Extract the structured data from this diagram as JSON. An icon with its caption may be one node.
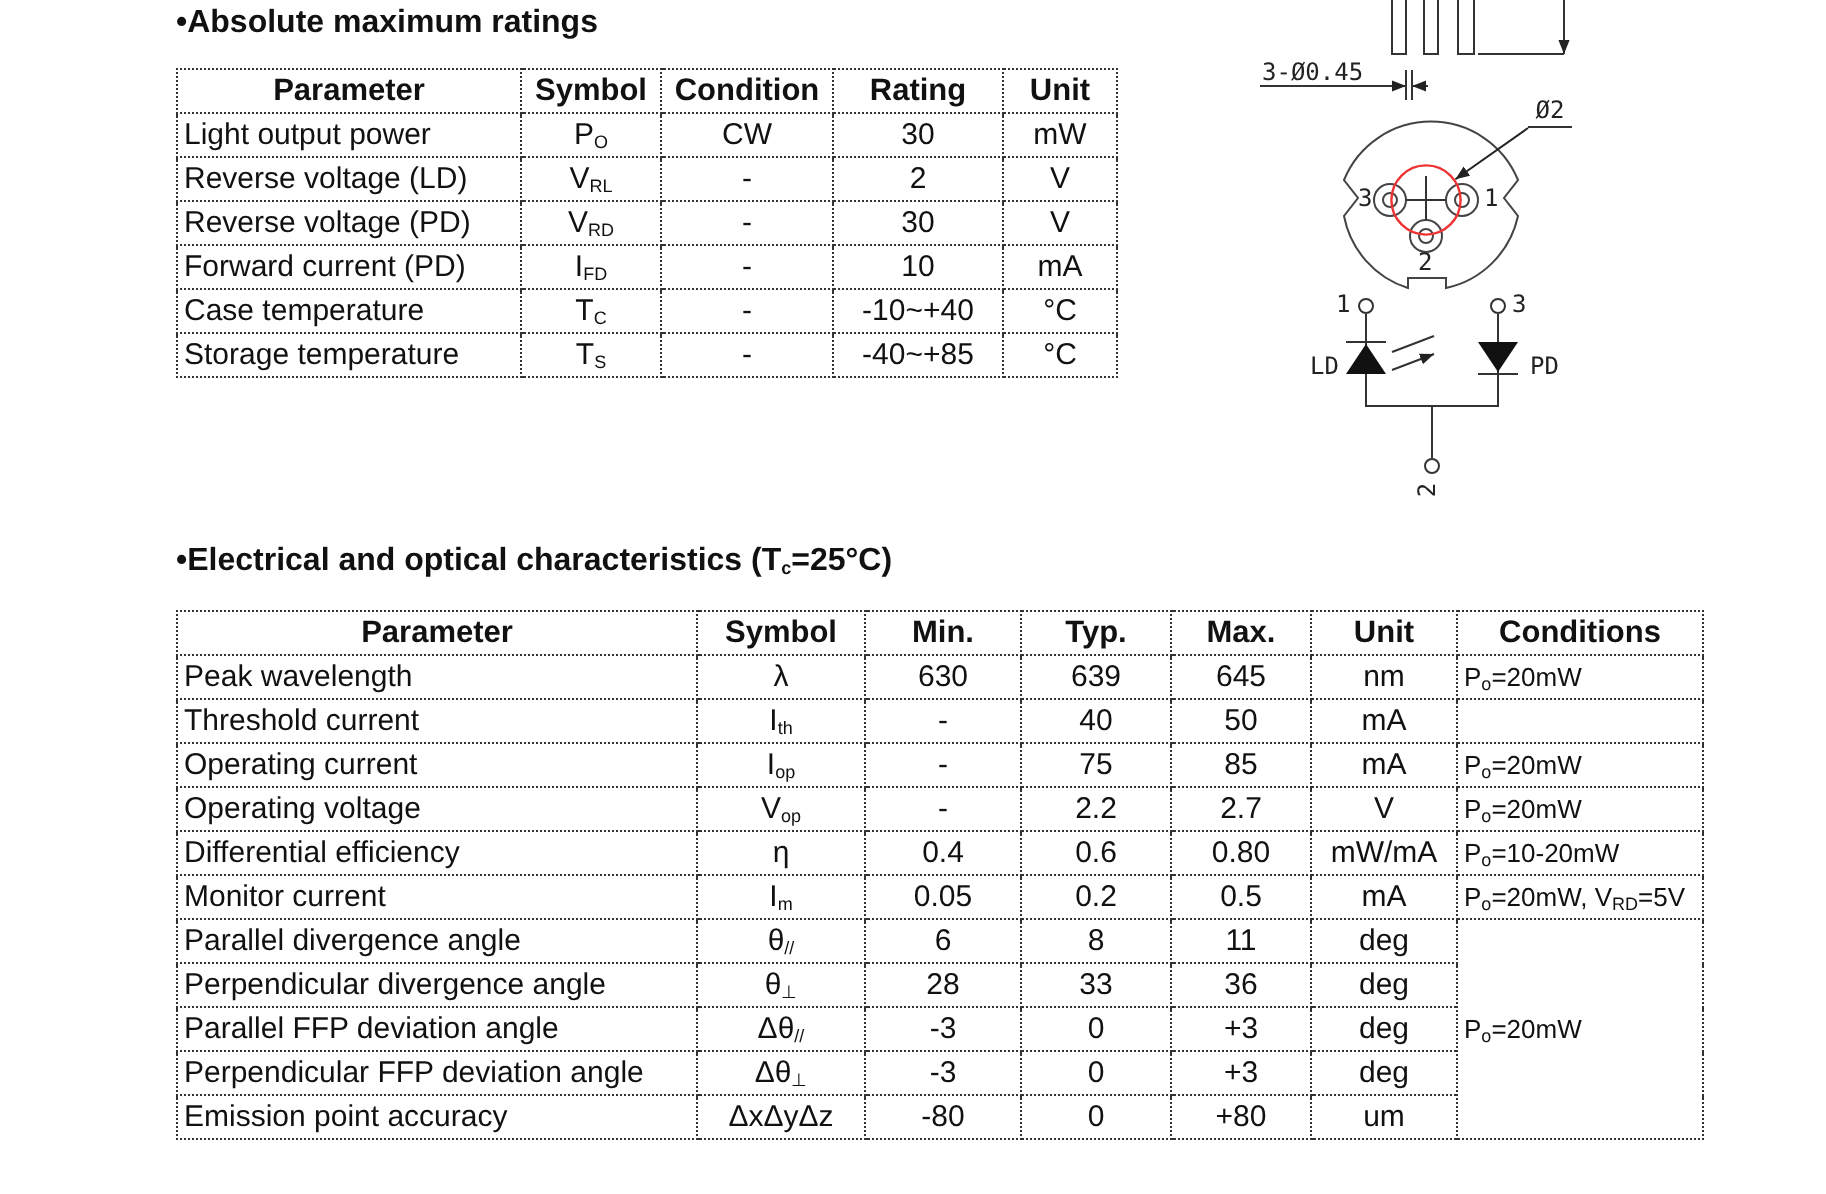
{
  "diagram": {
    "nodes": [
      {
        "text": [
          "Ø2"
        ]
      },
      {
        "text": [],
        "shape": "circle"
      }
    ],
    "edges": [
      {
        "from": 0,
        "to": 1,
        "arrow": "to"
      }
    ],
    "labels": [
      "•Absolute maximum ratings",
      "Parameter",
      "Symbol",
      "Condition",
      "Rating",
      "Unit",
      "Light output power",
      "P$_{O}$",
      "CW",
      "30",
      "mW",
      "Reverse voltage (LD)",
      "V$_{RL}$",
      "-",
      "2",
      "V",
      "Reverse voltage (PD)",
      "V$_{RD}$",
      "-",
      "30",
      "V",
      "Forward current (PD)",
      "I$_{FD}$",
      "-",
      "10",
      "mA",
      "Case temperature",
      "T$_{C}$",
      "-",
      "-10~+40",
      "°C",
      "Storage temperature",
      "T$_{S}$",
      "-",
      "-40~+85",
      "°C",
      "3-Ø0.45",
      "3",
      "1",
      "2",
      "1",
      "3",
      "LD",
      "PD",
      "2",
      "•Electrical and optical characteristics (T$_{c}$=25°C)",
      "Parameter",
      "Symbol",
      "Min.",
      "Typ.",
      "Max.",
      "Unit",
      "Conditions",
      "Peak wavelength",
      "λ",
      "630",
      "639",
      "645",
      "nm",
      "P$_{o}$=20mW",
      "Threshold current",
      "I$_{th}$",
      "-",
      "40",
      "50",
      "mA",
      "Operating current",
      "I$_{op}$",
      "-",
      "75",
      "85",
      "mA",
      "P$_{o}$=20mW",
      "Operating voltage",
      "V$_{op}$",
      "-",
      "2.2",
      "2.7",
      "V",
      "P$_{o}$=20mW",
      "Differential efficiency",
      "η",
      "0.4",
      "0.6",
      "0.80",
      "mW/mA",
      "P$_{o}$=10-20mW",
      "Monitor current",
      "I$_{m}$",
      "0.05",
      "0.2",
      "0.5",
      "mA",
      "P$_{o}$=20mW, V$_{RD}$=5V",
      "Parallel divergence angle",
      "θ$_{//}$",
      "6",
      "8",
      "11",
      "deg",
      "P$_{o}$=20mW",
      "Perpendicular divergence angle",
      "θ$_{⊥}$",
      "28",
      "33",
      "36",
      "deg",
      "Parallel FFP deviation angle",
      "Δθ$_{//}$",
      "-3",
      "0",
      "+3",
      "deg",
      "Perpendicular FFP deviation angle",
      "Δθ$_{⊥}$",
      "-3",
      "0",
      "+3",
      "deg",
      "Emission point accuracy",
      "ΔxΔyΔz",
      "-80",
      "0",
      "+80",
      "um"
    ]
  }
}
